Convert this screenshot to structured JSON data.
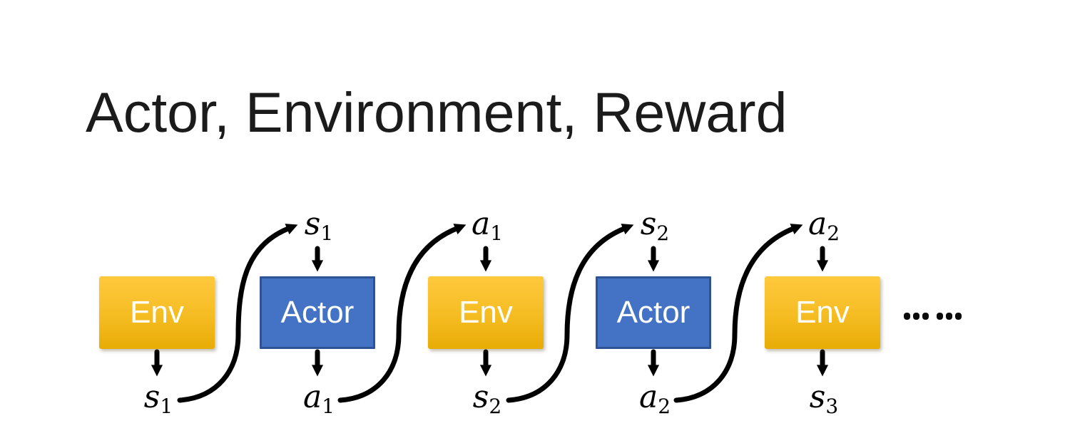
{
  "title": "Actor, Environment, Reward",
  "diagram": {
    "boxes": [
      {
        "label": "Env"
      },
      {
        "label": "Actor"
      },
      {
        "label": "Env"
      },
      {
        "label": "Actor"
      },
      {
        "label": "Env"
      }
    ],
    "top_labels": [
      {
        "base": "s",
        "sub": "1"
      },
      {
        "base": "a",
        "sub": "1"
      },
      {
        "base": "s",
        "sub": "2"
      },
      {
        "base": "a",
        "sub": "2"
      }
    ],
    "bottom_labels": [
      {
        "base": "s",
        "sub": "1"
      },
      {
        "base": "a",
        "sub": "1"
      },
      {
        "base": "s",
        "sub": "2"
      },
      {
        "base": "a",
        "sub": "2"
      },
      {
        "base": "s",
        "sub": "3"
      }
    ],
    "ellipsis": "······",
    "colors": {
      "env_top": "#FFC93E",
      "env_mid": "#F5BC22",
      "env_bottom": "#E8AC06",
      "actor_fill": "#4472C4",
      "actor_border": "#2E5395",
      "box_text": "#FFFFFC",
      "arrow": "#000000",
      "title_text": "#1B1B1B"
    }
  }
}
